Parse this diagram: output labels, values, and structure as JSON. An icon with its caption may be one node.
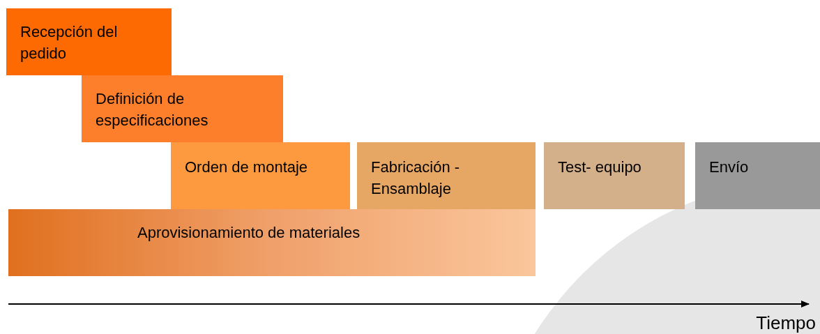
{
  "diagram": {
    "nodes": [
      {
        "text": [
          "Recepción del pedido"
        ]
      },
      {
        "text": [
          "Definición de especificaciones"
        ]
      },
      {
        "text": [
          "Orden de montaje"
        ]
      },
      {
        "text": [
          "Fabricación - Ensamblaje"
        ]
      },
      {
        "text": [
          "Test- equipo"
        ]
      },
      {
        "text": [
          "Envío"
        ]
      },
      {
        "text": [
          "Aprovisionamiento de materiales"
        ]
      }
    ],
    "labels": [
      "Tiempo"
    ]
  }
}
